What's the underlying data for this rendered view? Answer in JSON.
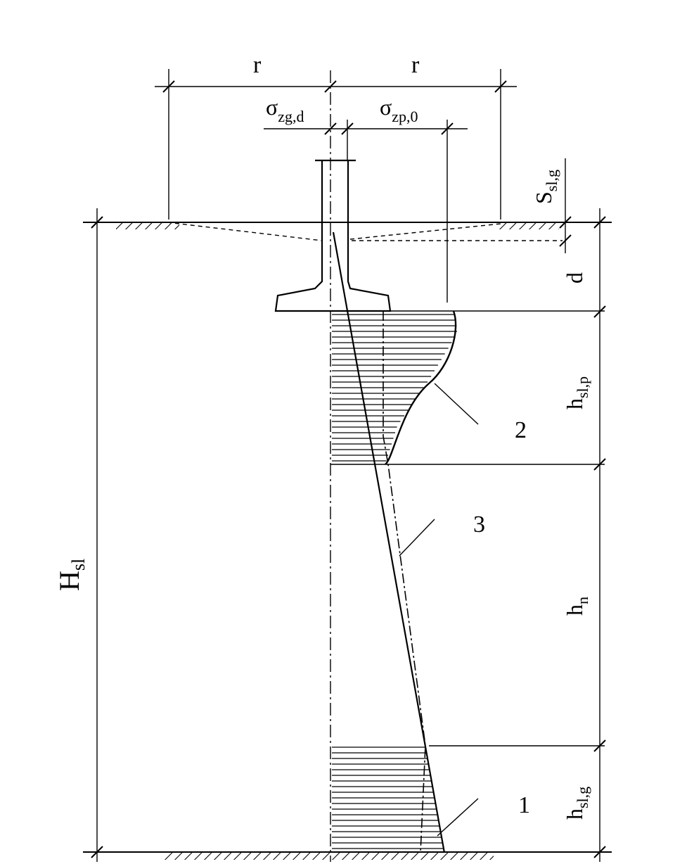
{
  "labels": {
    "r_left": "r",
    "r_right": "r",
    "sigma_zg_main": "σ",
    "sigma_zg_sub": "zg,d",
    "sigma_zp_main": "σ",
    "sigma_zp_sub": "zp,0",
    "S_main": "S",
    "S_sub": "sl,g",
    "d": "d",
    "h_slp_main": "h",
    "h_slp_sub": "sl,p",
    "h_n_main": "h",
    "h_n_sub": "n",
    "h_slg_main": "h",
    "h_slg_sub": "sl,g",
    "H_main": "H",
    "H_sub": "sl",
    "curve_2": "2",
    "curve_3": "3",
    "curve_1": "1"
  }
}
